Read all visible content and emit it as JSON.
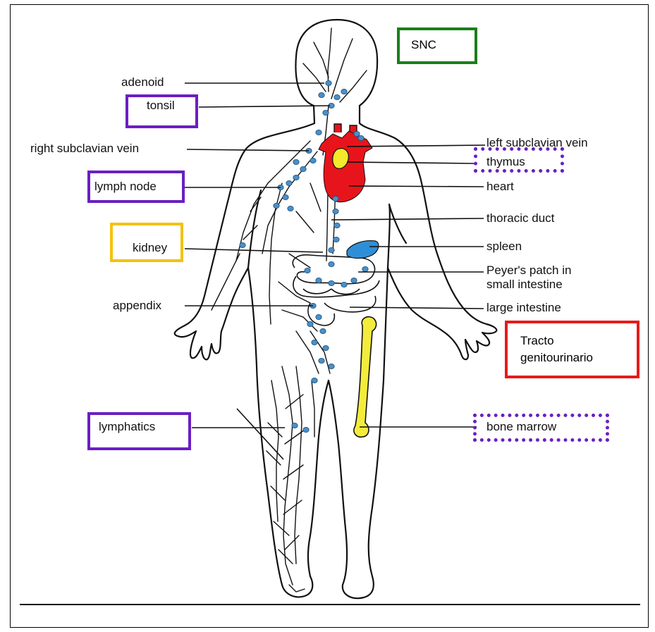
{
  "labels_left": {
    "adenoid": "adenoid",
    "tonsil": "tonsil",
    "right_subclavian_vein": "right subclavian vein",
    "lymph_node": "lymph node",
    "kidney": "kidney",
    "appendix": "appendix",
    "lymphatics": "lymphatics"
  },
  "labels_right": {
    "left_subclavian_vein": "left subclavian vein",
    "thymus": "thymus",
    "heart": "heart",
    "thoracic_duct": "thoracic duct",
    "spleen": "spleen",
    "peyers_patch_line1": "Peyer's patch in",
    "peyers_patch_line2": "small intestine",
    "large_intestine": "large intestine",
    "bone_marrow": "bone marrow"
  },
  "annotations": {
    "snc": "SNC",
    "tracto_line1": "Tracto",
    "tracto_line2": "genitourinario"
  },
  "colors": {
    "heart": "#e8141b",
    "thymus": "#f2ea2a",
    "spleen": "#2f8fd6",
    "node": "#4a8fc8",
    "bone": "#f3ec3c",
    "box_purple": "#6a1fc2",
    "box_green": "#1a7f1a",
    "box_yellow": "#f4c20d",
    "box_red": "#e51b1b"
  }
}
